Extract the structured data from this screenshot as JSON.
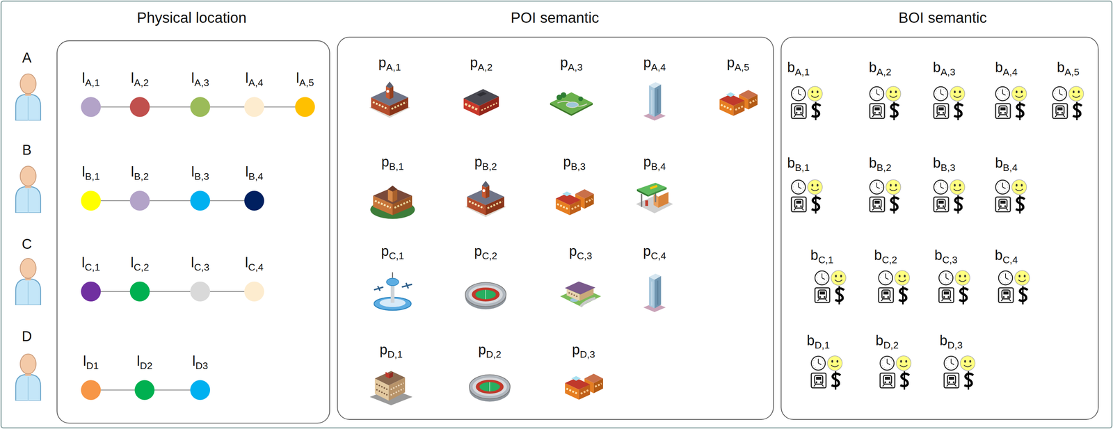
{
  "diagram": {
    "nodes": [
      {
        "text": [
          "Physical location"
        ]
      },
      {
        "text": [
          "lA,1"
        ],
        "in": 0
      },
      {
        "text": [
          "lA,2"
        ],
        "in": 0
      },
      {
        "text": [
          "lA,3"
        ],
        "in": 0
      },
      {
        "text": [
          "lA,4"
        ],
        "in": 0
      },
      {
        "text": [
          "lA,5"
        ],
        "in": 0
      },
      {
        "text": [
          "lB,1"
        ],
        "in": 0
      },
      {
        "text": [
          "lB,2"
        ],
        "in": 0
      },
      {
        "text": [
          "lB,3"
        ],
        "in": 0
      },
      {
        "text": [
          "lB,4"
        ],
        "in": 0
      },
      {
        "text": [
          "lC,1"
        ],
        "in": 0
      },
      {
        "text": [
          "lC,2"
        ],
        "in": 0
      },
      {
        "text": [
          "lC,3"
        ],
        "in": 0
      },
      {
        "text": [
          "lC,4"
        ],
        "in": 0
      },
      {
        "text": [
          "lD1"
        ],
        "in": 0
      },
      {
        "text": [
          "lD2"
        ],
        "in": 0
      },
      {
        "text": [
          "lD3"
        ],
        "in": 0
      },
      {
        "text": [
          "POI semantic"
        ]
      },
      {
        "text": [
          "BOI semantic"
        ]
      }
    ],
    "edges": [
      {
        "from": 1,
        "to": 2,
        "arrow": "none"
      },
      {
        "from": 2,
        "to": 3,
        "arrow": "none"
      },
      {
        "from": 3,
        "to": 4,
        "arrow": "none"
      },
      {
        "from": 4,
        "to": 5,
        "arrow": "none"
      },
      {
        "from": 6,
        "to": 7,
        "arrow": "none"
      },
      {
        "from": 7,
        "to": 8,
        "arrow": "none"
      },
      {
        "from": 8,
        "to": 9,
        "arrow": "none"
      },
      {
        "from": 10,
        "to": 11,
        "arrow": "none"
      },
      {
        "from": 11,
        "to": 12,
        "arrow": "none"
      },
      {
        "from": 12,
        "to": 13,
        "arrow": "none"
      },
      {
        "from": 14,
        "to": 15,
        "arrow": "none"
      },
      {
        "from": 15,
        "to": 16,
        "arrow": "none"
      }
    ],
    "labels": [
      "A",
      "B",
      "C",
      "D",
      "pA,1",
      "pA,2",
      "pA,3",
      "pA,4",
      "pA,5",
      "pB,1",
      "pB,2",
      "pB,3",
      "pB,4",
      "pC,1",
      "pC,2",
      "pC,3",
      "pC,4",
      "pD,1",
      "pD,2",
      "pD,3",
      "bA,1",
      "bA,2",
      "bA,3",
      "bA,4",
      "bA,5",
      "bB,1",
      "bB,2",
      "bB,3",
      "bB,4",
      "bC,1",
      "bC,2",
      "bC,3",
      "bC,4",
      "bD,1",
      "bD,2",
      "bD,3"
    ]
  }
}
